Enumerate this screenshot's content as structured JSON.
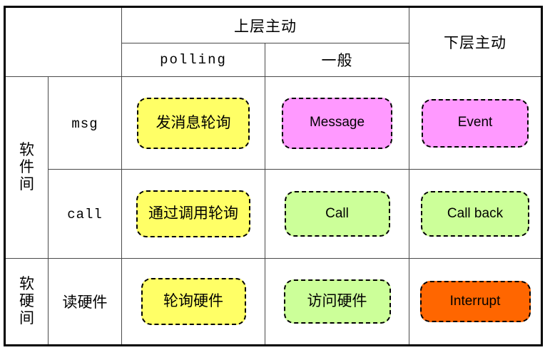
{
  "table": {
    "corner_label": "",
    "column_headers": {
      "upper_active": "上层主动",
      "lower_active": "下层主动",
      "sub": [
        "polling",
        "一般"
      ]
    },
    "row_groups": [
      {
        "label": "软件间",
        "rows": [
          "msg",
          "call"
        ]
      },
      {
        "label": "软硬间",
        "rows": [
          "读硬件"
        ]
      }
    ],
    "rows": [
      {
        "group": "软件间",
        "label": "msg",
        "cells": [
          {
            "text": "发消息轮询",
            "color": "#ffff66",
            "style": "chip-yellow",
            "size": "sz-a",
            "script": "cn"
          },
          {
            "text": "Message",
            "color": "#ff99ff",
            "style": "chip-pink",
            "size": "sz-b",
            "script": "en"
          },
          {
            "text": "Event",
            "color": "#ff99ff",
            "style": "chip-pink",
            "size": "sz-c",
            "script": "en"
          }
        ]
      },
      {
        "group": "软件间",
        "label": "call",
        "cells": [
          {
            "text": "通过调用轮询",
            "color": "#ffff66",
            "style": "chip-yellow",
            "size": "sz-d",
            "script": "cn"
          },
          {
            "text": "Call",
            "color": "#ccff99",
            "style": "chip-green",
            "size": "sz-e",
            "script": "en"
          },
          {
            "text": "Call back",
            "color": "#ccff99",
            "style": "chip-green",
            "size": "sz-f",
            "script": "en"
          }
        ]
      },
      {
        "group": "软硬间",
        "label": "读硬件",
        "cells": [
          {
            "text": "轮询硬件",
            "color": "#ffff66",
            "style": "chip-yellow",
            "size": "sz-g",
            "script": "cn"
          },
          {
            "text": "访问硬件",
            "color": "#ccff99",
            "style": "chip-green",
            "size": "sz-h",
            "script": "cn"
          },
          {
            "text": "Interrupt",
            "color": "#ff6600",
            "style": "chip-orange",
            "size": "sz-i",
            "script": "en"
          }
        ]
      }
    ]
  },
  "colors": {
    "header_blue": "#4f81bd",
    "label_gray": "#bfbfbf",
    "chip_yellow": "#ffff66",
    "chip_pink": "#ff99ff",
    "chip_green": "#ccff99",
    "chip_orange": "#ff6600",
    "border_black": "#000000",
    "cell_white": "#ffffff"
  }
}
